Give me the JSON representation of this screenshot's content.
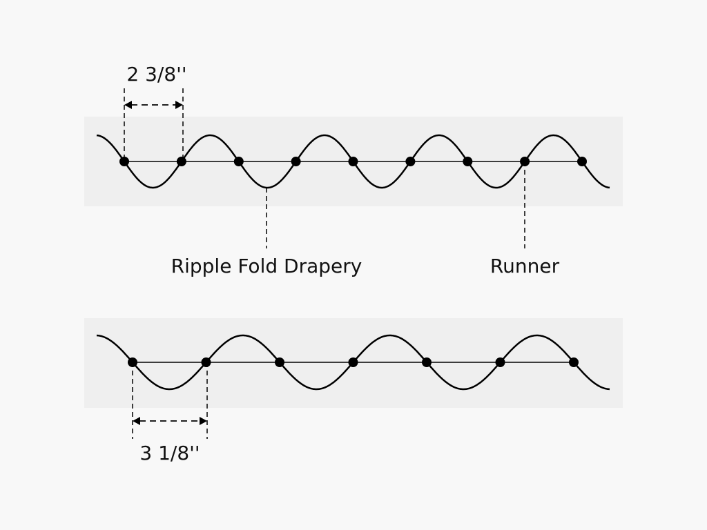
{
  "panels": [
    {
      "id": "top",
      "runner_spacing_label": "2 3/8''",
      "runner_count": 9,
      "annotations": {
        "fabric_label": "Ripple Fold Drapery",
        "runner_label": "Runner"
      }
    },
    {
      "id": "bottom",
      "runner_spacing_label": "3 1/8''",
      "runner_count": 7
    }
  ],
  "colors": {
    "background": "#f8f8f8",
    "track_band": "#efefef",
    "stroke": "#000000"
  }
}
